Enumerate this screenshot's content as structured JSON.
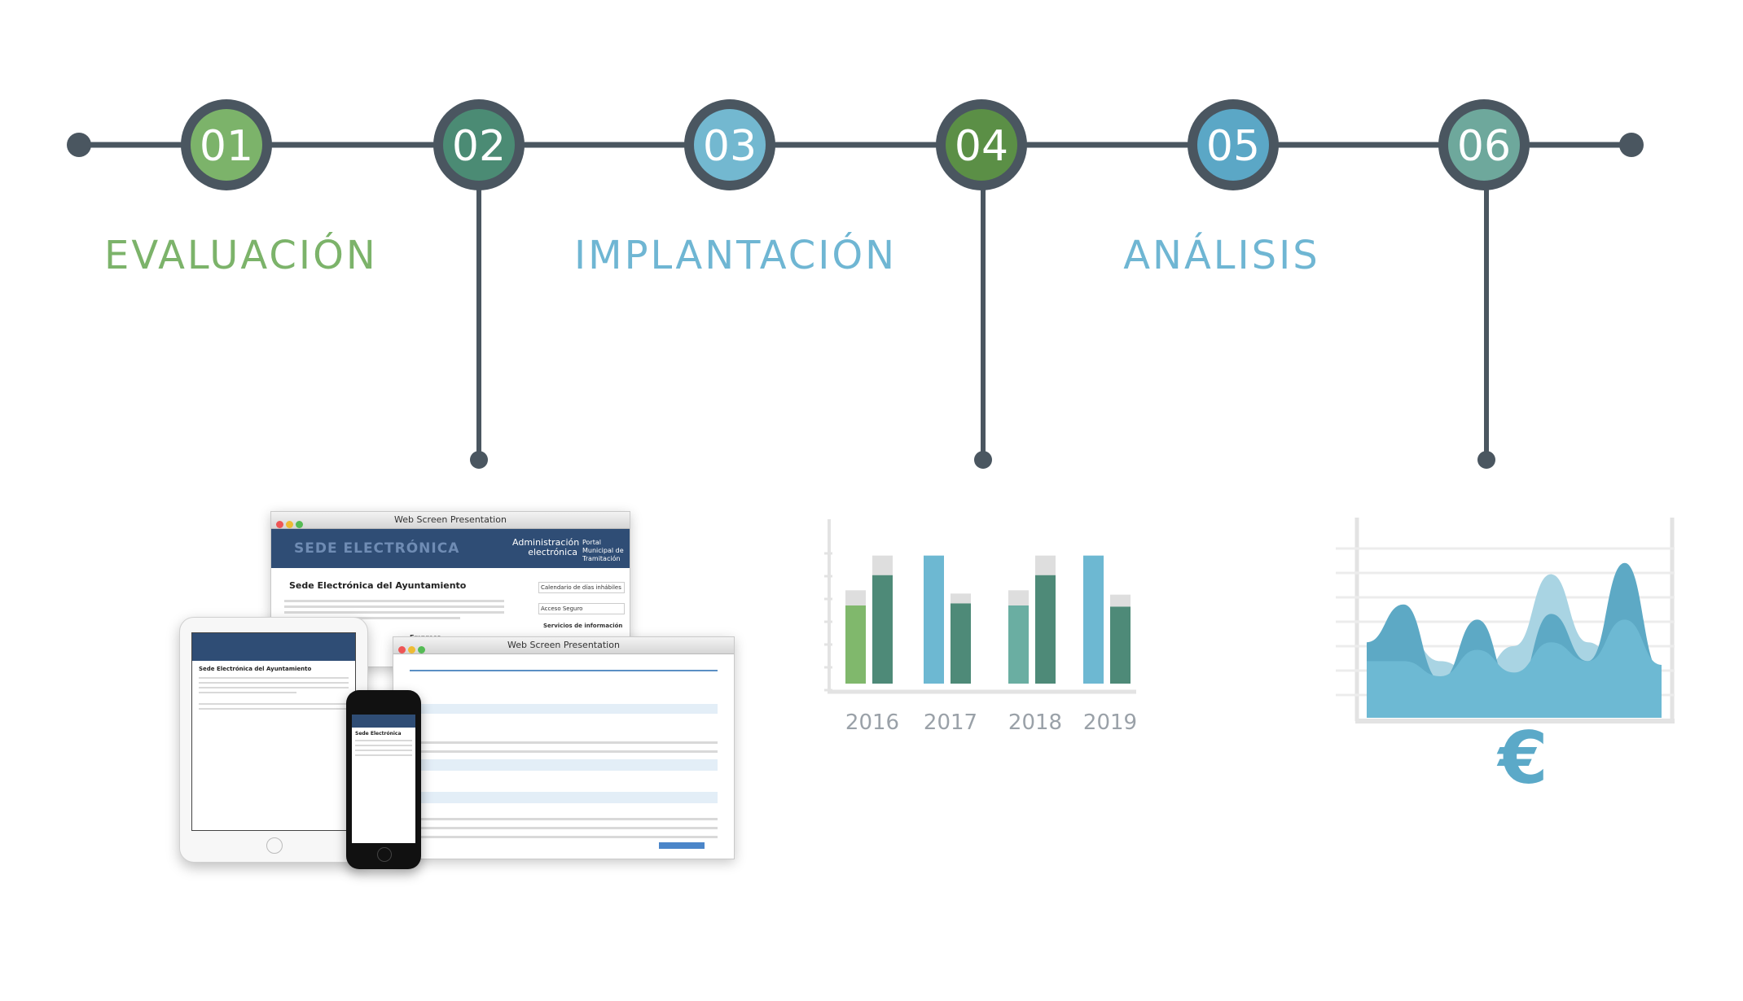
{
  "timeline": {
    "steps": [
      {
        "label": "01",
        "color": "#7cb36a"
      },
      {
        "label": "02",
        "color": "#4b8b74"
      },
      {
        "label": "03",
        "color": "#73b8d0"
      },
      {
        "label": "04",
        "color": "#5b8f46"
      },
      {
        "label": "05",
        "color": "#5ba7c6"
      },
      {
        "label": "06",
        "color": "#6ea89c"
      }
    ],
    "ring_color": "#4a5660",
    "line_color": "#4a5660"
  },
  "phases": [
    {
      "label": "EVALUACIÓN",
      "color": "#7cb36a"
    },
    {
      "label": "IMPLANTACIÓN",
      "color": "#6fb6d3"
    },
    {
      "label": "ANÁLISIS",
      "color": "#6fb6d3"
    }
  ],
  "devices": {
    "window_title": "Web Screen Presentation",
    "header_brand": "SEDE ELECTRÓNICA",
    "header_admin": "Administración electrónica",
    "header_portal": "Portal Municipal de Tramitación",
    "page_heading": "Sede Electrónica del Ayuntamiento",
    "side_calendar": "Calendario de días inhábiles",
    "side_access": "Acceso Seguro",
    "side_services": "Servicios de información",
    "side_company": "Empresa",
    "tablet_heading": "Sede Electrónica del Ayuntamiento",
    "phone_heading": "Sede Electrónica"
  },
  "chart_data": [
    {
      "type": "bar",
      "categories": [
        "2016",
        "2017",
        "2018",
        "2019"
      ],
      "series": [
        {
          "values": [
            72,
            118,
            72,
            118
          ],
          "cap": [
            14,
            0,
            14,
            0
          ],
          "colors": [
            "#80b86c",
            "#6db8d2",
            "#6aaea2",
            "#6db8d2"
          ]
        },
        {
          "values": [
            100,
            74,
            100,
            71
          ],
          "cap": [
            18,
            9,
            18,
            11
          ],
          "colors": [
            "#4e8a78",
            "#4e8a78",
            "#4e8a78",
            "#4e8a78"
          ]
        }
      ],
      "ylim": [
        0,
        150
      ],
      "cap_color": "#dedede"
    },
    {
      "type": "area",
      "series": [
        {
          "values": [
            20,
            45,
            30,
            22,
            38,
            76,
            40,
            24,
            22
          ],
          "color": "#a9d4e3"
        },
        {
          "values": [
            40,
            60,
            20,
            52,
            14,
            55,
            30,
            82,
            24
          ],
          "color": "#5da9c5"
        },
        {
          "values": [
            30,
            30,
            22,
            36,
            24,
            40,
            30,
            52,
            28
          ],
          "color": "#6db9d3"
        }
      ],
      "ylim": [
        0,
        100
      ],
      "grid": true
    }
  ],
  "currency_symbol": "€",
  "currency_color": "#5ba9c8"
}
